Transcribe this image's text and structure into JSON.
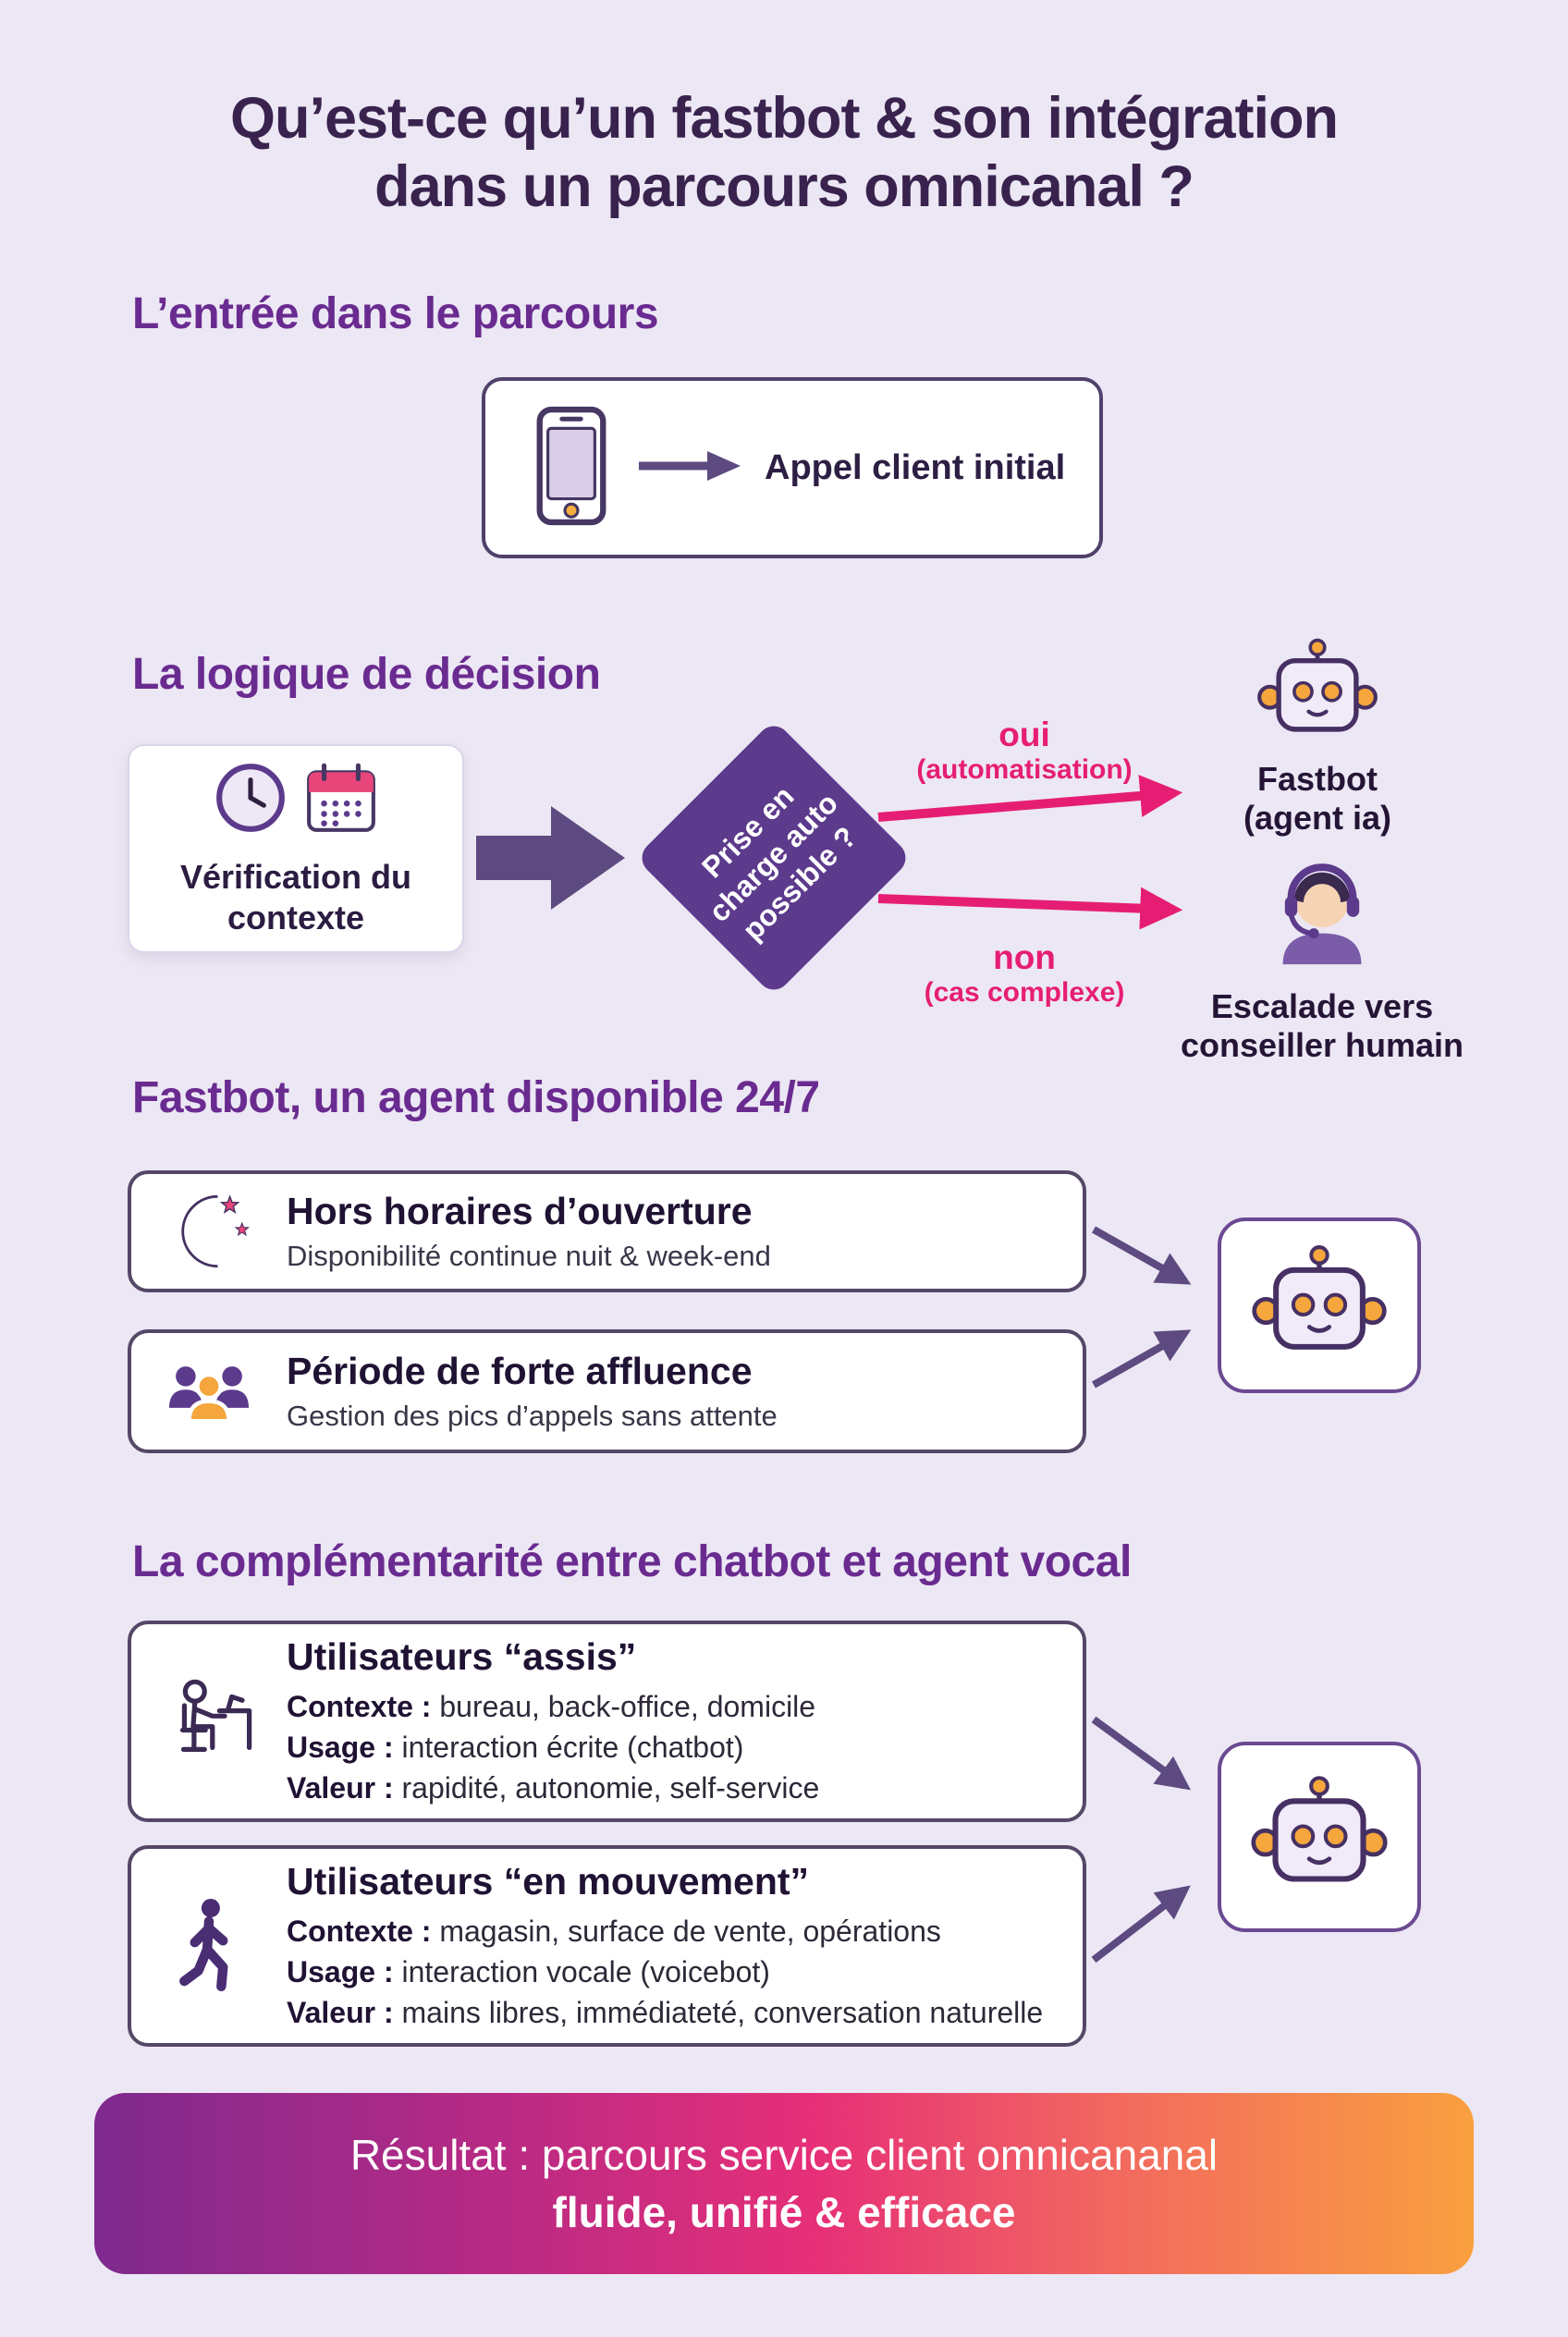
{
  "title": {
    "line1": "Qu’est-ce qu’un fastbot & son intégration",
    "line2": "dans un parcours omnicanal ?"
  },
  "entry": {
    "heading": "L’entrée dans le parcours",
    "call_label": "Appel client initial"
  },
  "decision": {
    "heading": "La logique de décision",
    "context_card": "Vérification du contexte",
    "diamond": {
      "l1": "Prise en",
      "l2": "charge auto",
      "l3": "possible ?"
    },
    "yes": {
      "word": "oui",
      "note": "(automatisation)"
    },
    "no": {
      "word": "non",
      "note": "(cas complexe)"
    },
    "fastbot": {
      "l1": "Fastbot",
      "l2": "(agent ia)"
    },
    "escalation": {
      "l1": "Escalade vers",
      "l2": "conseiller humain"
    }
  },
  "availability": {
    "heading": "Fastbot, un agent disponible 24/7",
    "cards": [
      {
        "title": "Hors horaires d’ouverture",
        "subtitle": "Disponibilité continue nuit & week-end"
      },
      {
        "title": "Période de forte affluence",
        "subtitle": "Gestion des pics d’appels sans attente"
      }
    ]
  },
  "complementarity": {
    "heading": "La complémentarité entre chatbot et agent vocal",
    "cards": [
      {
        "title": "Utilisateurs “assis”",
        "rows": [
          {
            "label": "Contexte :",
            "value": "bureau, back-office, domicile"
          },
          {
            "label": "Usage :",
            "value": "interaction écrite (chatbot)"
          },
          {
            "label": "Valeur :",
            "value": "rapidité, autonomie, self-service"
          }
        ]
      },
      {
        "title": "Utilisateurs “en mouvement”",
        "rows": [
          {
            "label": "Contexte :",
            "value": "magasin, surface de vente, opérations"
          },
          {
            "label": "Usage :",
            "value": "interaction vocale (voicebot)"
          },
          {
            "label": "Valeur :",
            "value": "mains libres, immédiateté, conversation naturelle"
          }
        ]
      }
    ]
  },
  "footer": {
    "line1": "Résultat : parcours service client omnicananal",
    "line2": "fluide, unifié & efficace"
  },
  "colors": {
    "background": "#ece7f4",
    "heading_purple": "#6a2b90",
    "title_ink": "#39234e",
    "accent_pink": "#e61e73",
    "diamond_purple": "#5c3a8c",
    "connector_purple": "#5d4a80",
    "robot_orange": "#f5a63c",
    "footer_gradient_start": "#7e2a8e",
    "footer_gradient_end": "#f9a03f"
  }
}
